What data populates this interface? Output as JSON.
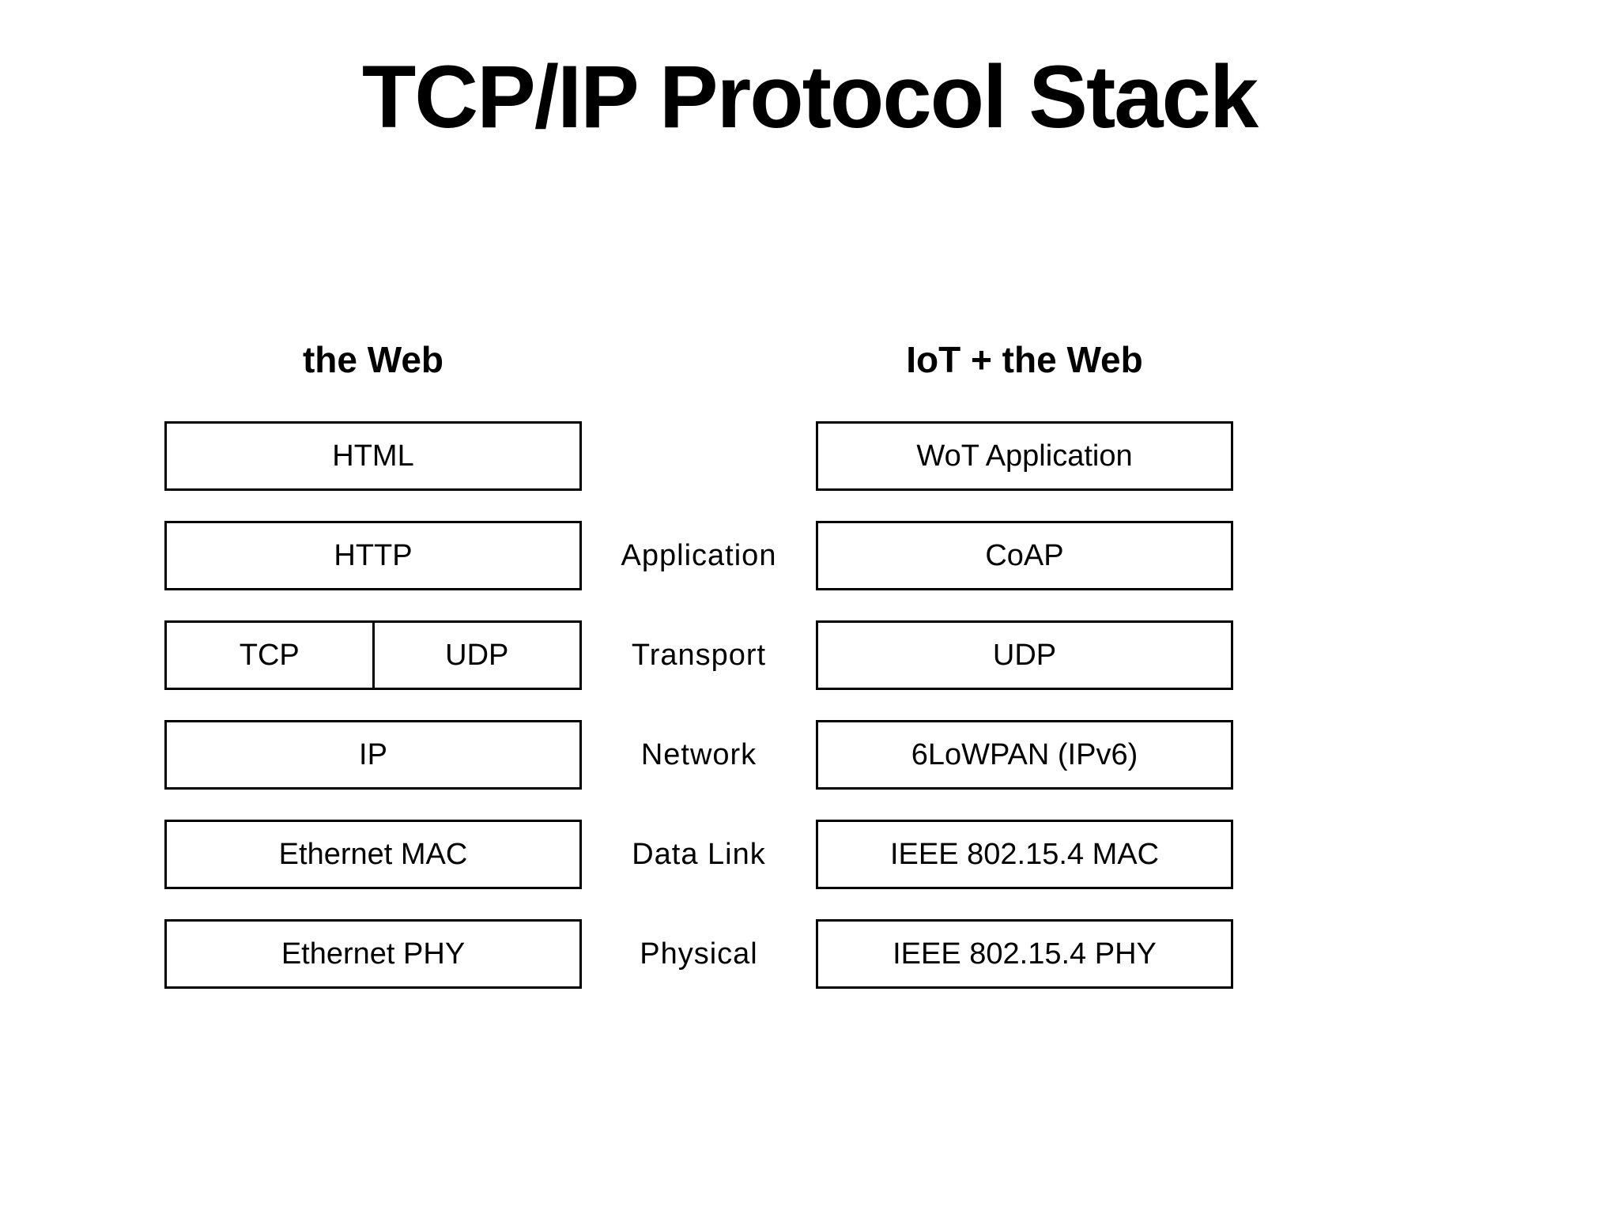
{
  "title": "TCP/IP Protocol Stack",
  "left_column": {
    "header": "the Web",
    "rows": {
      "html": "HTML",
      "http": "HTTP",
      "tcp": "TCP",
      "udp": "UDP",
      "ip": "IP",
      "mac": "Ethernet MAC",
      "phy": "Ethernet PHY"
    }
  },
  "right_column": {
    "header": "IoT + the Web",
    "rows": {
      "application": "WoT Application",
      "coap": "CoAP",
      "udp": "UDP",
      "network": "6LoWPAN (IPv6)",
      "mac": "IEEE 802.15.4 MAC",
      "phy": "IEEE 802.15.4 PHY"
    }
  },
  "layer_labels": {
    "application": "Application",
    "transport": "Transport",
    "network": "Network",
    "data_link": "Data Link",
    "physical": "Physical"
  },
  "colors": {
    "background": "#ffffff",
    "text": "#000000",
    "box_border": "#000000",
    "box_fill": "#ffffff"
  }
}
